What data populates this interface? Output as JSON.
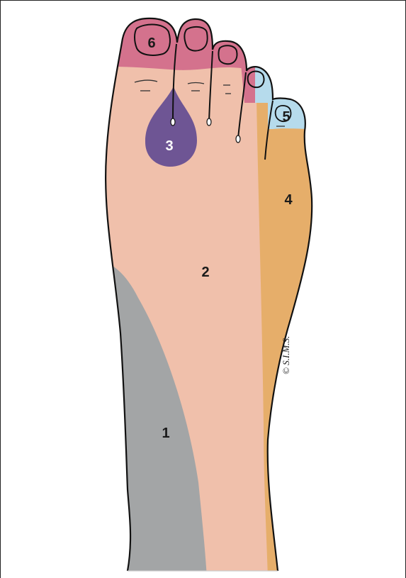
{
  "zones": [
    {
      "id": "1",
      "label": "1",
      "color": "#a3a5a6"
    },
    {
      "id": "2",
      "label": "2",
      "color": "#f0c0ab"
    },
    {
      "id": "3",
      "label": "3",
      "color": "#6e5594"
    },
    {
      "id": "4",
      "label": "4",
      "color": "#e6ae6a"
    },
    {
      "id": "5",
      "label": "5",
      "color": "#b6dbec"
    },
    {
      "id": "6",
      "label": "6",
      "color": "#d4728d"
    }
  ],
  "copyright": "© S.I.M.S.",
  "colors": {
    "outline": "#111111",
    "background": "#ffffff"
  }
}
